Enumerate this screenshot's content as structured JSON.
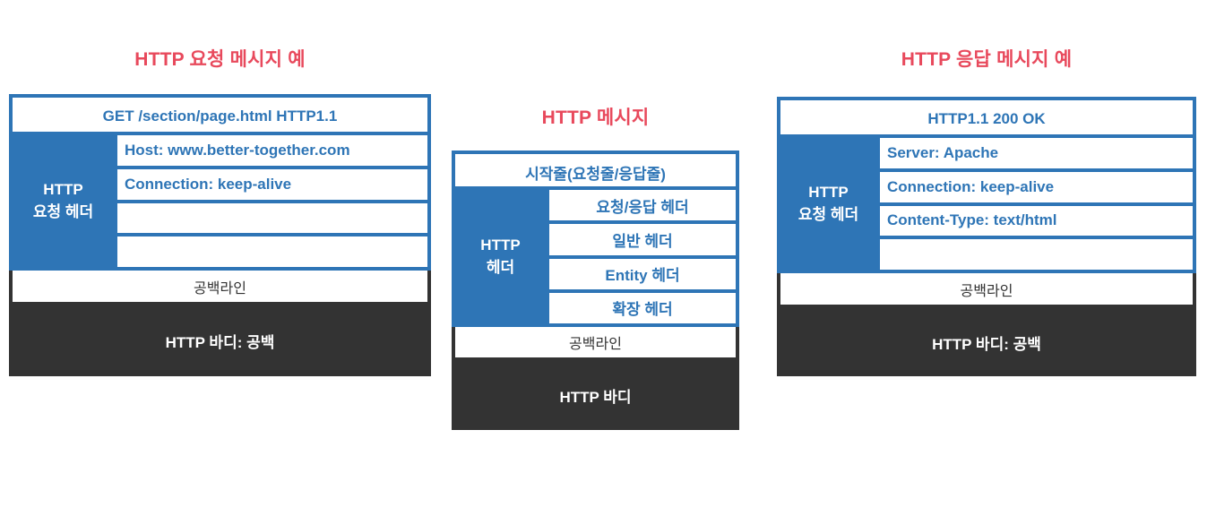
{
  "colors": {
    "accent_blue": "#2E75B6",
    "title_red": "#E8495C",
    "body_dark": "#333333",
    "background": "#FFFFFF"
  },
  "panels": {
    "request": {
      "title": "HTTP 요청 메시지 예",
      "start_line": "GET /section/page.html HTTP1.1",
      "header_label_line1": "HTTP",
      "header_label_line2": "요청 헤더",
      "header_rows": [
        "Host: www.better-together.com",
        "Connection: keep-alive",
        "",
        ""
      ],
      "blank_line": "공백라인",
      "body": "HTTP 바디: 공백"
    },
    "generic": {
      "title": "HTTP 메시지",
      "start_line": "시작줄(요청줄/응답줄)",
      "header_label_line1": "HTTP",
      "header_label_line2": "헤더",
      "header_rows": [
        "요청/응답 헤더",
        "일반 헤더",
        "Entity 헤더",
        "확장 헤더"
      ],
      "blank_line": "공백라인",
      "body": "HTTP 바디"
    },
    "response": {
      "title": "HTTP 응답 메시지 예",
      "start_line": "HTTP1.1 200 OK",
      "header_label_line1": "HTTP",
      "header_label_line2": "요청 헤더",
      "header_rows": [
        "Server: Apache",
        "Connection: keep-alive",
        "Content-Type: text/html",
        ""
      ],
      "blank_line": "공백라인",
      "body": "HTTP 바디: 공백"
    }
  }
}
